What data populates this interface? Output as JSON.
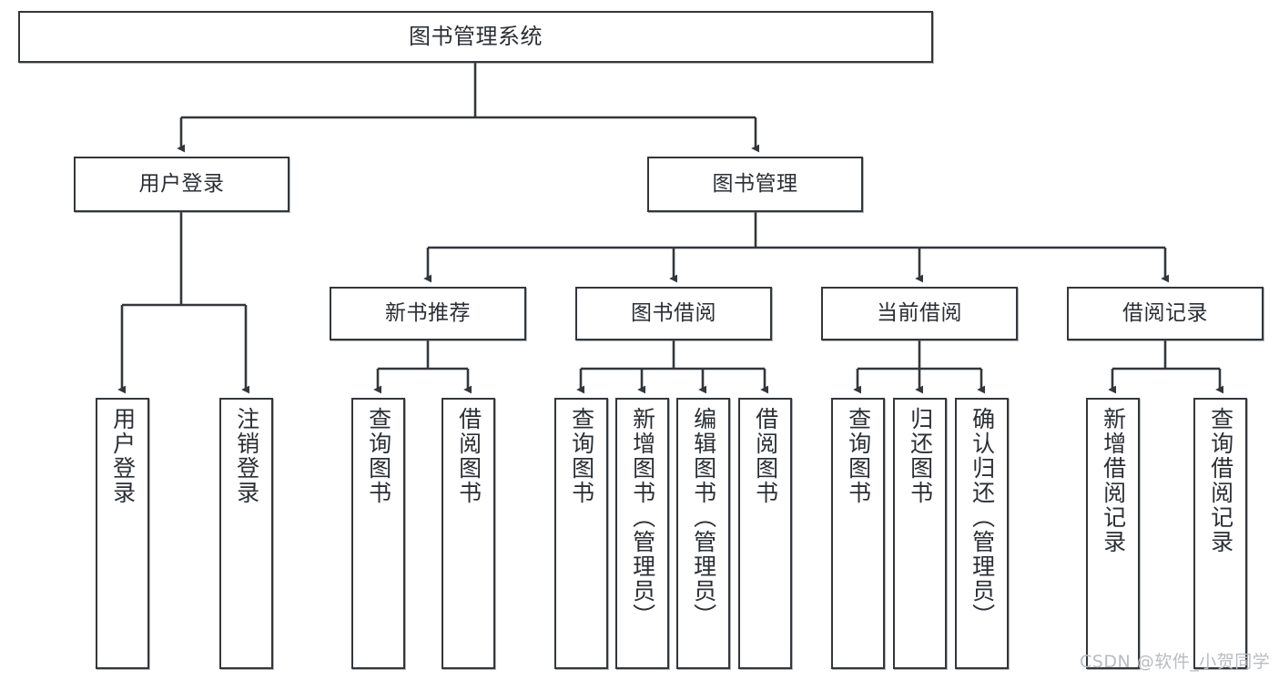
{
  "diagram": {
    "type": "tree",
    "title": "图书管理系统",
    "root": {
      "label": "图书管理系统"
    },
    "level2": [
      {
        "label": "用户登录"
      },
      {
        "label": "图书管理"
      }
    ],
    "level3": [
      {
        "label": "新书推荐"
      },
      {
        "label": "图书借阅"
      },
      {
        "label": "当前借阅"
      },
      {
        "label": "借阅记录"
      }
    ],
    "leaves": {
      "user_login": [
        {
          "label": "用户登录"
        },
        {
          "label": "注销登录"
        }
      ],
      "new_book_recommend": [
        {
          "label": "查询图书"
        },
        {
          "label": "借阅图书"
        }
      ],
      "book_borrow": [
        {
          "label": "查询图书"
        },
        {
          "label": "新增图书（管理员）"
        },
        {
          "label": "编辑图书（管理员）"
        },
        {
          "label": "借阅图书"
        }
      ],
      "current_borrow": [
        {
          "label": "查询图书"
        },
        {
          "label": "归还图书"
        },
        {
          "label": "确认归还（管理员）"
        }
      ],
      "borrow_record": [
        {
          "label": "新增借阅记录"
        },
        {
          "label": "查询借阅记录"
        }
      ]
    }
  },
  "watermark": {
    "text": "CSDN @软件_小贺同学"
  },
  "colors": {
    "border": "#33373b",
    "text": "#2b2f33",
    "background": "#ffffff",
    "watermark": "#b9bcc0"
  }
}
